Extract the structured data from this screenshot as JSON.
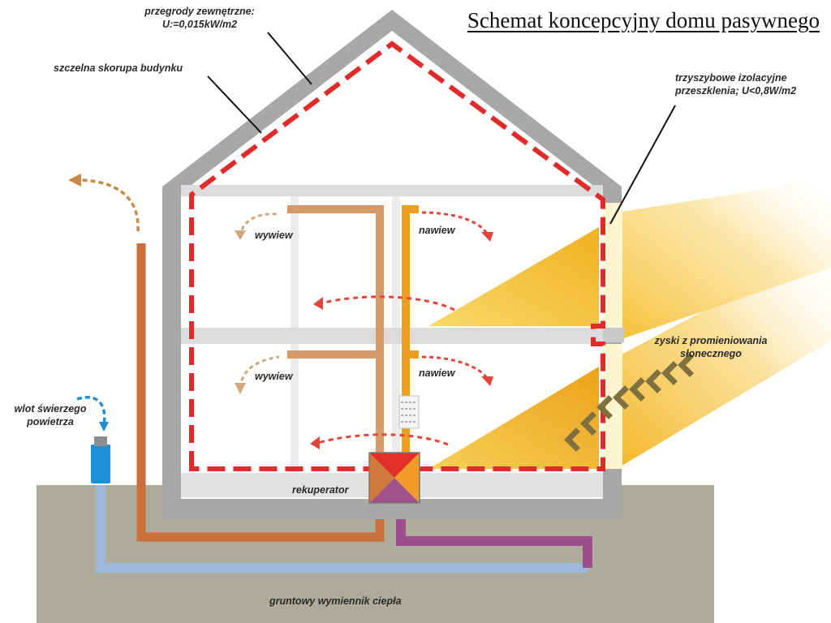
{
  "title": "Schemat koncepcyjny domu pasywnego",
  "labels": {
    "przegrody_line1": "przegrody zewnętrzne:",
    "przegrody_line2": "U:=0,015kW/m2",
    "skorupa": "szczelna skorupa budynku",
    "szyby_line1": "trzyszybowe izolacyjne",
    "szyby_line2": "przeszklenia; U<0,8W/m2",
    "wywiew_upper": "wywiew",
    "nawiew_upper": "nawiew",
    "wywiew_lower": "wywiew",
    "nawiew_lower": "nawiew",
    "zyski_line1": "zyski z promieniowania",
    "zyski_line2": "słonecznego",
    "wlot_line1": "wlot świerzego",
    "wlot_line2": "powietrza",
    "rekuperator": "rekuperator",
    "gruntowy": "gruntowy wymiennik ciepła"
  },
  "colors": {
    "wall": "#a8a8a8",
    "wall_dark": "#8c8c8c",
    "ground": "#adab99",
    "airtight_line": "#e12a2a",
    "exhaust_duct": "#c86f3b",
    "exhaust_duct_light": "#d69a68",
    "supply_duct": "#eda01f",
    "intake_duct": "#9cb8da",
    "ground_return_duct": "#9c4f8c",
    "sun": "#f5b91e",
    "chevron": "#807040",
    "intake_unit": "#1e8fd6"
  },
  "icons": [
    "sun-chevron-icon",
    "air-arrow-icon",
    "recuperator-icon",
    "air-intake-icon"
  ]
}
